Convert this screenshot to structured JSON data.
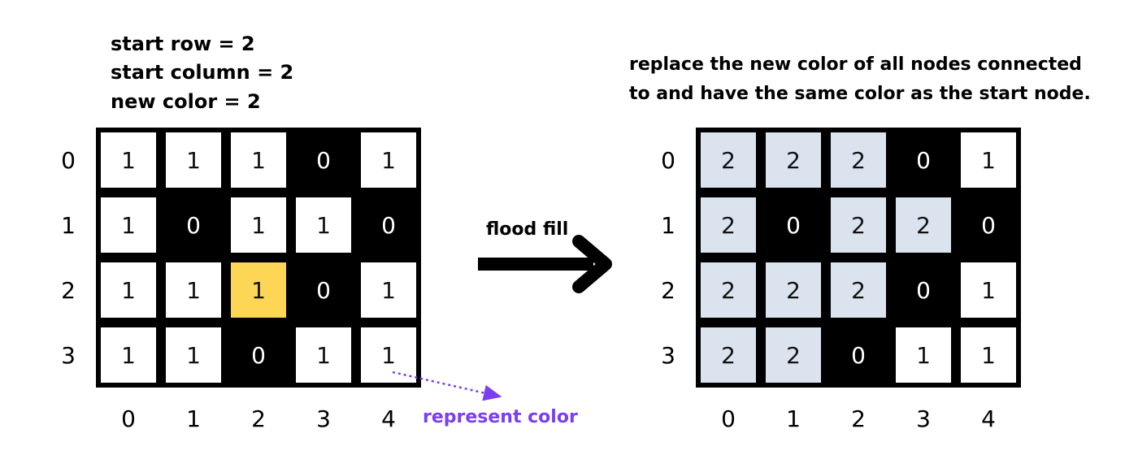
{
  "info": {
    "lines": [
      "start row = 2",
      "start column = 2",
      "new color = 2"
    ]
  },
  "right_caption": {
    "lines": [
      "replace the new color of all nodes connected",
      "to and have the same color as the start node."
    ]
  },
  "arrow_label": "flood fill",
  "annotation": "represent color",
  "colors": {
    "black_cell": "#000000",
    "white_cell": "#ffffff",
    "start_cell": "#fcd654",
    "filled_cell": "#dbe3ee",
    "annotation": "#7b3ff2",
    "grid_border": "#000000"
  },
  "grids": [
    {
      "id": "before",
      "row_labels": [
        "0",
        "1",
        "2",
        "3"
      ],
      "col_labels": [
        "0",
        "1",
        "2",
        "3",
        "4"
      ],
      "cells": [
        [
          "1",
          "1",
          "1",
          "0",
          "1"
        ],
        [
          "1",
          "0",
          "1",
          "1",
          "0"
        ],
        [
          "1",
          "1",
          "1",
          "0",
          "1"
        ],
        [
          "1",
          "1",
          "0",
          "1",
          "1"
        ]
      ],
      "highlight": {
        "row": 2,
        "col": 2,
        "color": "start_cell"
      }
    },
    {
      "id": "after",
      "row_labels": [
        "0",
        "1",
        "2",
        "3"
      ],
      "col_labels": [
        "0",
        "1",
        "2",
        "3",
        "4"
      ],
      "cells": [
        [
          "2",
          "2",
          "2",
          "0",
          "1"
        ],
        [
          "2",
          "0",
          "2",
          "2",
          "0"
        ],
        [
          "2",
          "2",
          "2",
          "0",
          "1"
        ],
        [
          "2",
          "2",
          "0",
          "1",
          "1"
        ]
      ],
      "fill_value": "2",
      "fill_color": "filled_cell"
    }
  ]
}
